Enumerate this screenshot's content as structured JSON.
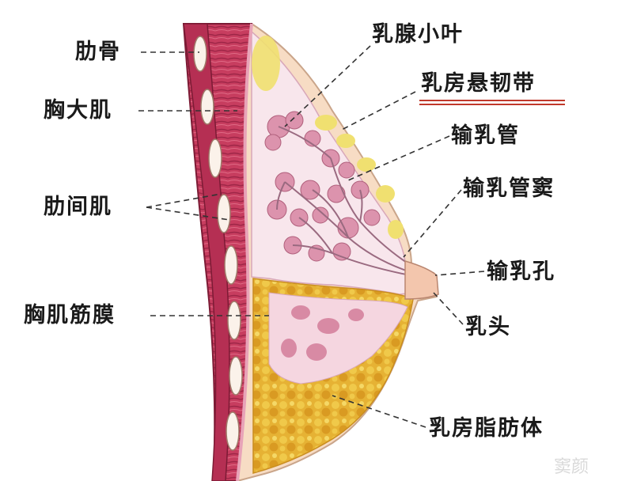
{
  "labels": {
    "rib": "肋骨",
    "pectoralis_major": "胸大肌",
    "intercostal": "肋间肌",
    "pectoral_fascia": "胸肌筋膜",
    "lobule": "乳腺小叶",
    "suspensory_ligament": "乳房悬韧带",
    "duct": "输乳管",
    "duct_sinus": "输乳管窦",
    "duct_orifice": "输乳孔",
    "nipple": "乳头",
    "fat_body": "乳房脂肪体"
  },
  "watermark": "窦颜",
  "colors": {
    "muscle": "#c0395a",
    "muscle_dark": "#8e1f3e",
    "gland": "#f3d9e4",
    "lobule": "#d88aa4",
    "fat": "#e3ac2e",
    "fat_light": "#f2dd5a",
    "skin": "#f6d7bf",
    "underline": "#c0392b"
  }
}
